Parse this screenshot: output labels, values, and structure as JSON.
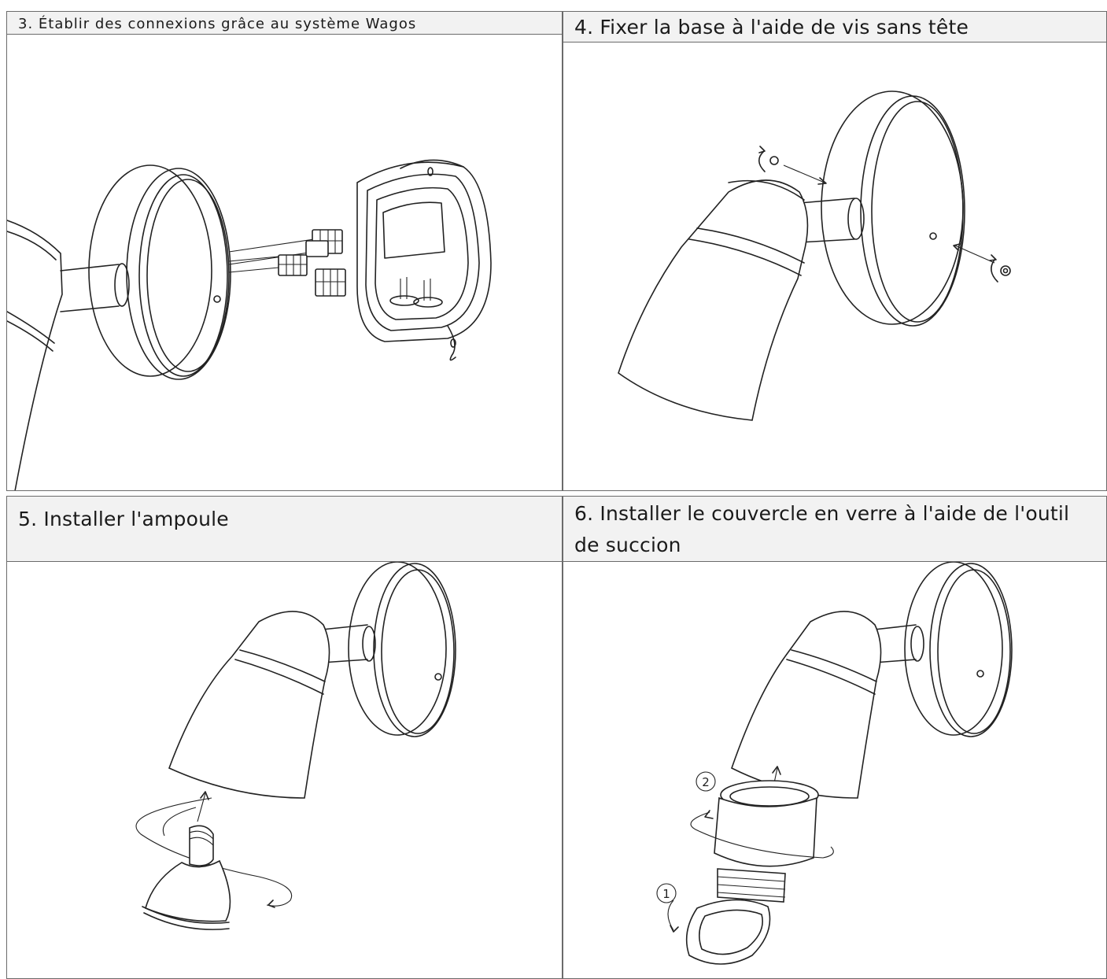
{
  "steps": [
    {
      "number": "3",
      "title": "3. Établir des connexions grâce au système Wagos"
    },
    {
      "number": "4",
      "title": "4. Fixer la base à l'aide de vis sans tête"
    },
    {
      "number": "5",
      "title": "5. Installer l'ampoule"
    },
    {
      "number": "6",
      "title": "6. Installer le couvercle en verre à l'aide de l'outil de succion"
    }
  ],
  "step6_markers": {
    "first": "①",
    "second": "②"
  }
}
